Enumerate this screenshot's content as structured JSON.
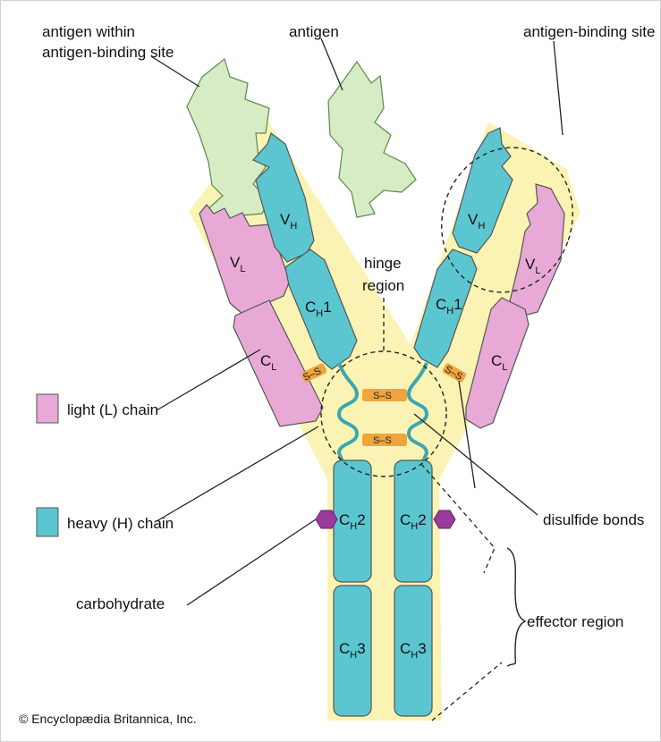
{
  "labels": {
    "antigen_within_line1": "antigen within",
    "antigen_within_line2": "antigen-binding site",
    "antigen": "antigen",
    "antigen_binding_site": "antigen-binding site",
    "hinge_line1": "hinge",
    "hinge_line2": "region",
    "light_chain": "light (L) chain",
    "heavy_chain": "heavy (H) chain",
    "carbohydrate": "carbohydrate",
    "disulfide_bonds": "disulfide bonds",
    "effector_region": "effector region",
    "credit": "© Encyclopædia Britannica, Inc.",
    "ss_bond": "S–S"
  },
  "domains": {
    "C": "C",
    "V": "V",
    "H": "H",
    "L": "L",
    "one": "1",
    "two": "2",
    "three": "3"
  },
  "colors": {
    "light_chain": "#e8a9d6",
    "heavy_chain": "#5bc6cf",
    "background_y": "#fbf3b4",
    "antigen": "#d7ecc5",
    "carbohydrate": "#9a3a9a",
    "disulfide": "#f0a43b"
  }
}
